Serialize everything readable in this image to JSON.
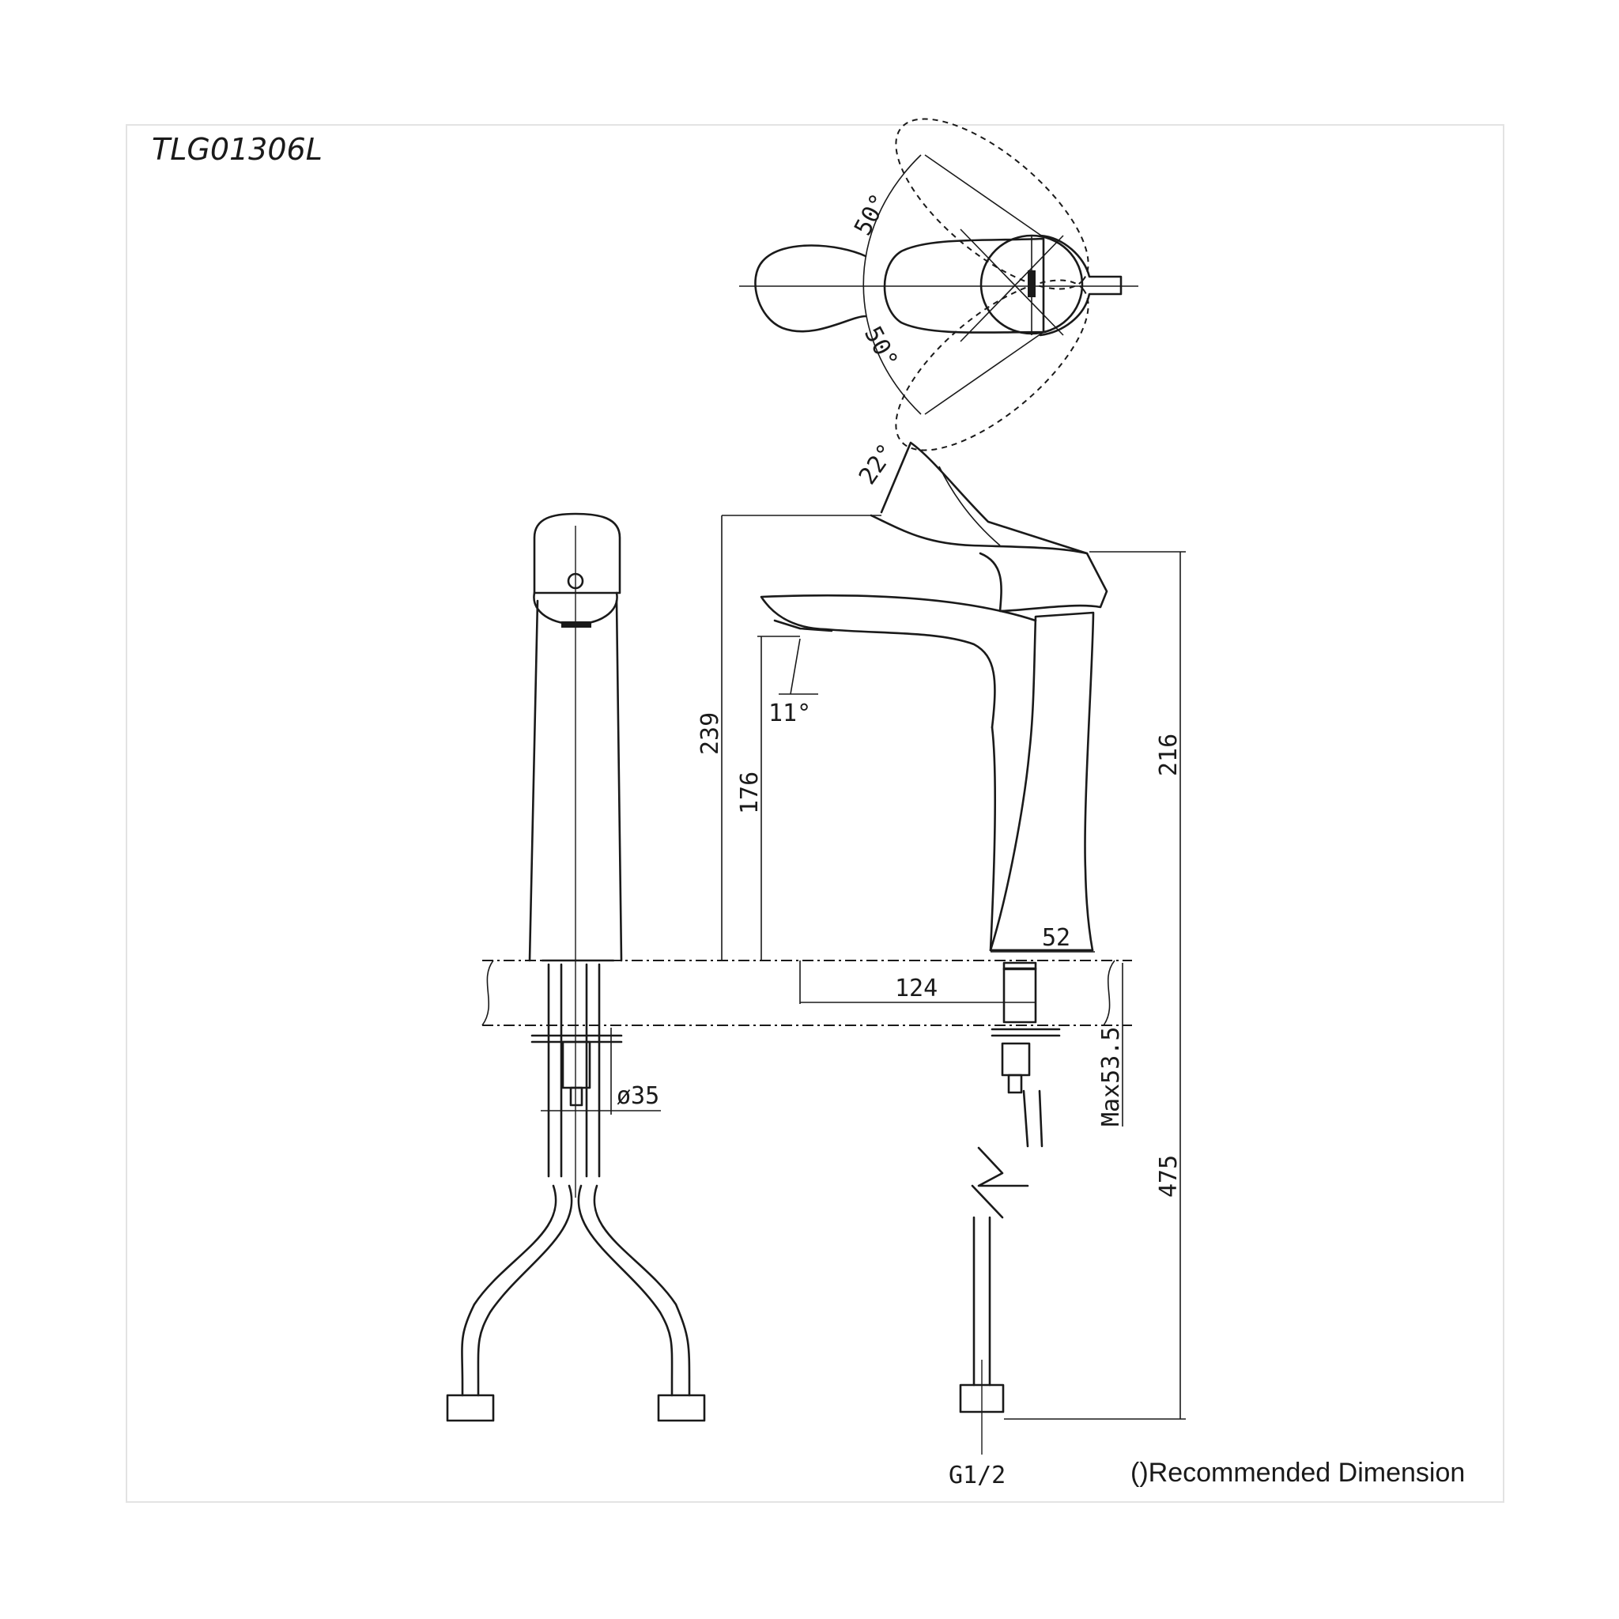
{
  "model": "TLG01306L",
  "note": "()Recommended Dimension",
  "angles": {
    "handle_rotation_left": "50°",
    "handle_rotation_right": "50°",
    "handle_tilt": "22°",
    "spout_angle": "11°"
  },
  "dimensions": {
    "total_height": "239",
    "spout_height": "176",
    "body_height": "216",
    "base_width": "52",
    "spout_reach": "124",
    "hole_diameter": "ø35",
    "max_counter_thickness": "Max53.5",
    "hose_length": "475",
    "connection_thread": "G1/2"
  }
}
